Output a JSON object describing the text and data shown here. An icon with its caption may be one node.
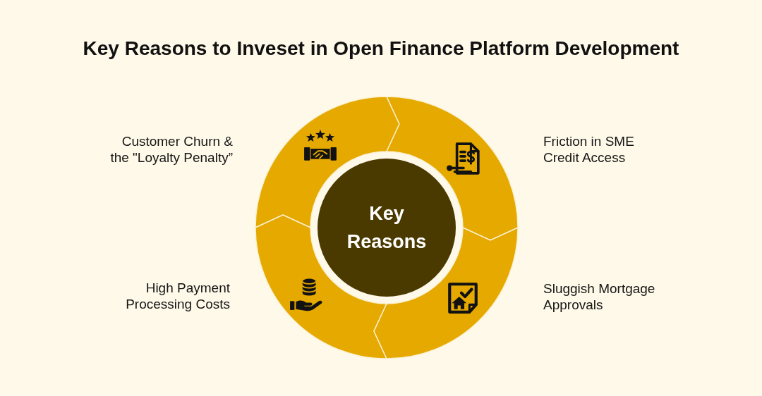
{
  "diagram": {
    "title": "Key Reasons to Inveset in Open Finance Platform Development",
    "nodes": [
      {
        "text": [
          "Customer Churn & the \"Loyalty Penalty”"
        ]
      },
      {
        "text": [
          "Friction in SME Credit Access"
        ]
      },
      {
        "text": [
          "Key Reasons"
        ]
      },
      {
        "text": [
          "High Payment Processing Costs"
        ]
      },
      {
        "text": [
          "Sluggish Mortgage Approvals"
        ]
      }
    ]
  }
}
